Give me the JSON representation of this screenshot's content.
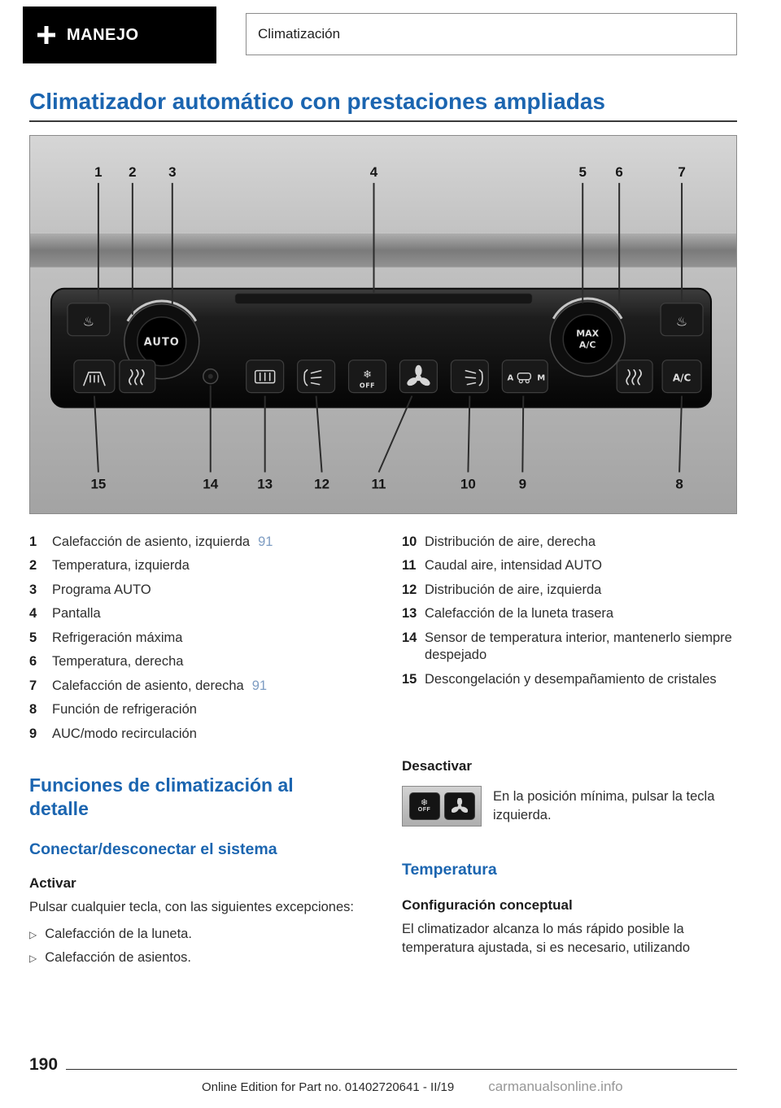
{
  "header": {
    "section": "MANEJO",
    "chapter": "Climatización"
  },
  "page": {
    "title": "Climatizador automático con prestaciones ampliadas"
  },
  "figure": {
    "callouts_top": [
      "1",
      "2",
      "3",
      "4",
      "5",
      "6",
      "7"
    ],
    "callouts_bottom": [
      "15",
      "14",
      "13",
      "12",
      "11",
      "10",
      "9",
      "8"
    ],
    "labels": {
      "auto": "AUTO",
      "max": "MAX",
      "max_ac": "A/C",
      "ac": "A/C",
      "off": "OFF",
      "snow": "❄",
      "seat_heat": "♨",
      "auc_a": "A",
      "auc_m": "M"
    }
  },
  "legend": {
    "left": [
      {
        "num": "1",
        "text": "Calefacción de asiento, izquierda",
        "page": "91"
      },
      {
        "num": "2",
        "text": "Temperatura, izquierda"
      },
      {
        "num": "3",
        "text": "Programa AUTO"
      },
      {
        "num": "4",
        "text": "Pantalla"
      },
      {
        "num": "5",
        "text": "Refrigeración máxima"
      },
      {
        "num": "6",
        "text": "Temperatura, derecha"
      },
      {
        "num": "7",
        "text": "Calefacción de asiento, derecha",
        "page": "91"
      },
      {
        "num": "8",
        "text": "Función de refrigeración"
      },
      {
        "num": "9",
        "text": "AUC/modo recirculación"
      }
    ],
    "right": [
      {
        "num": "10",
        "text": "Distribución de aire, derecha"
      },
      {
        "num": "11",
        "text": "Caudal aire, intensidad AUTO"
      },
      {
        "num": "12",
        "text": "Distribución de aire, izquierda"
      },
      {
        "num": "13",
        "text": "Calefacción de la luneta trasera"
      },
      {
        "num": "14",
        "text": "Sensor de temperatura interior, mantenerlo siempre despejado"
      },
      {
        "num": "15",
        "text": "Descongelación y desempañamiento de cristales"
      }
    ]
  },
  "sections": {
    "functions_heading": "Funciones de climatización al detalle",
    "connect_heading": "Conectar/desconectar el sistema",
    "activate_heading": "Activar",
    "activate_text": "Pulsar cualquier tecla, con las siguientes excepciones:",
    "bullet_glyph": "▷",
    "activate_bullets": [
      "Calefacción de la luneta.",
      "Calefacción de asientos."
    ],
    "deactivate_heading": "Desactivar",
    "deactivate_text": "En la posición mínima, pulsar la tecla izquierda.",
    "temperature_heading": "Temperatura",
    "concept_heading": "Configuración conceptual",
    "concept_text": "El climatizador alcanza lo más rápido posible la temperatura ajustada, si es necesario, utilizando"
  },
  "footer": {
    "page_number": "190",
    "edition": "Online Edition for Part no. 01402720641 - II/19",
    "watermark": "carmanualsonline.info"
  },
  "colors": {
    "accent_blue": "#1b65b0",
    "page_ref": "#7d9cc2",
    "header_bar": "#000000"
  }
}
